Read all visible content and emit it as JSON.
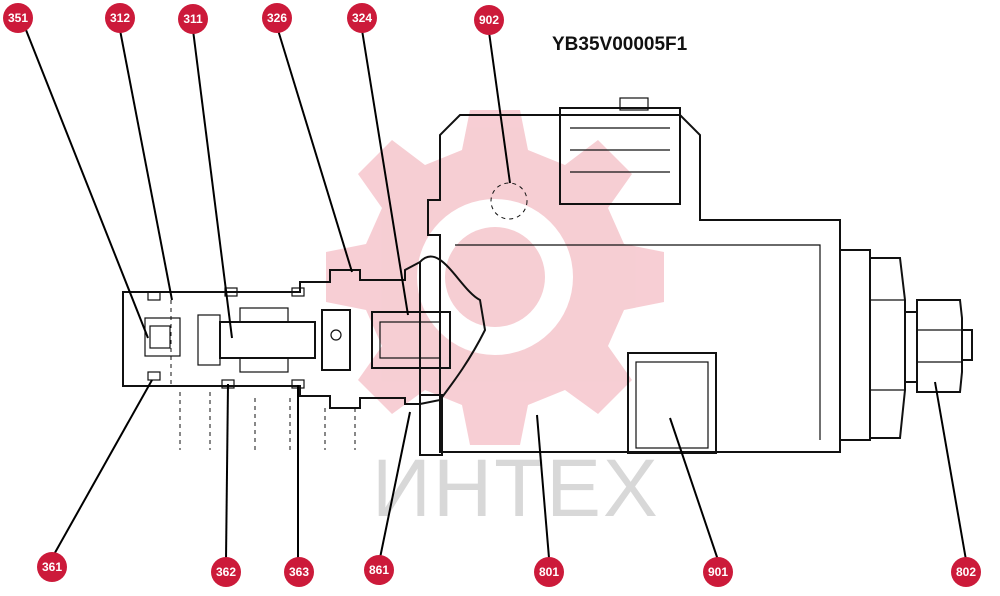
{
  "part_number": "YB35V00005F1",
  "watermark": {
    "text": "ИНТЕХ",
    "gear_color": "#f6c9cf"
  },
  "callout_color": "#cc1a3a",
  "callouts": [
    {
      "label": "351"
    },
    {
      "label": "312"
    },
    {
      "label": "311"
    },
    {
      "label": "326"
    },
    {
      "label": "324"
    },
    {
      "label": "902"
    },
    {
      "label": "361"
    },
    {
      "label": "362"
    },
    {
      "label": "363"
    },
    {
      "label": "861"
    },
    {
      "label": "801"
    },
    {
      "label": "901"
    },
    {
      "label": "802"
    }
  ]
}
